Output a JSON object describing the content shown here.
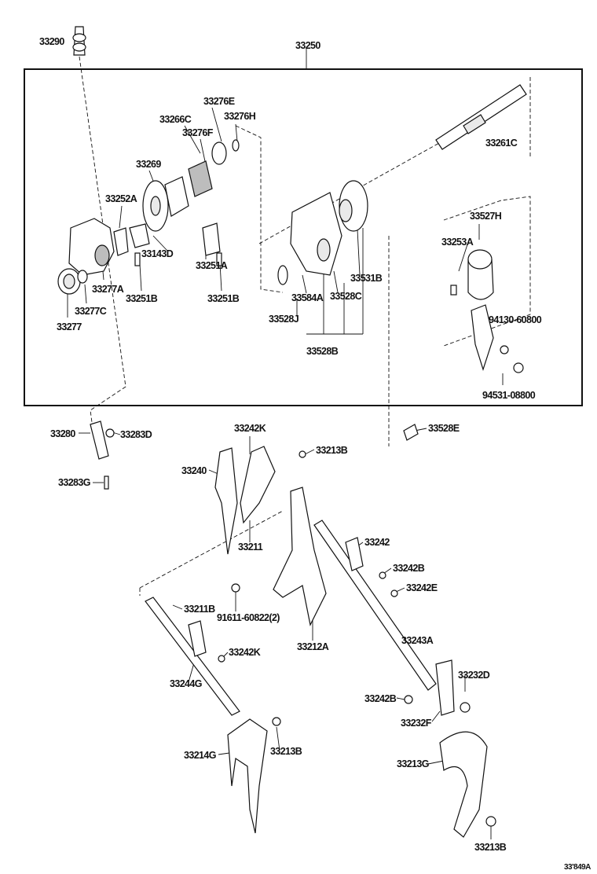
{
  "labels": {
    "33290": "33290",
    "33250": "33250",
    "33276E": "33276E",
    "33266C": "33266C",
    "33276H": "33276H",
    "33276F": "33276F",
    "33269": "33269",
    "33252A": "33252A",
    "33143D": "33143D",
    "33251A": "33251A",
    "33251B_a": "33251B",
    "33251B_b": "33251B",
    "33277A": "33277A",
    "33277C": "33277C",
    "33277": "33277",
    "33261C": "33261C",
    "33531B": "33531B",
    "33584A": "33584A",
    "33528C": "33528C",
    "33528J": "33528J",
    "33528B": "33528B",
    "33527H": "33527H",
    "33253A": "33253A",
    "94130-60800": "94130-60800",
    "94531-08800": "94531-08800",
    "33280": "33280",
    "33283D": "33283D",
    "33283G": "33283G",
    "33528E": "33528E",
    "33242K_a": "33242K",
    "33213B_a": "33213B",
    "33240": "33240",
    "33211": "33211",
    "33242": "33242",
    "33242B_a": "33242B",
    "33242E": "33242E",
    "91611-60822": "91611-60822(2)",
    "33211B": "33211B",
    "33212A": "33212A",
    "33243A": "33243A",
    "33242K_b": "33242K",
    "33244G": "33244G",
    "33232D": "33232D",
    "33242B_b": "33242B",
    "33232F": "33232F",
    "33214G": "33214G",
    "33213B_b": "33213B",
    "33213G": "33213G",
    "33213B_c": "33213B",
    "figure_code": "33'849A"
  }
}
